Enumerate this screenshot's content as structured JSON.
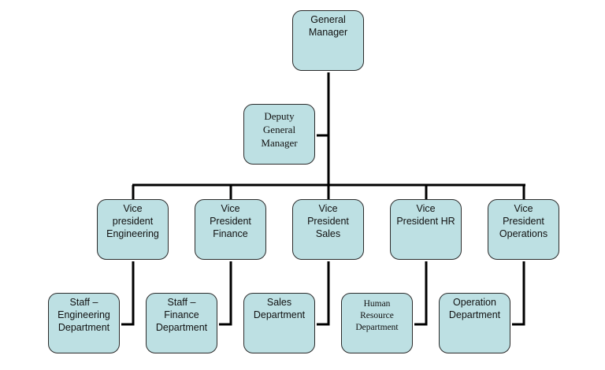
{
  "colors": {
    "box_fill": "#bde0e3",
    "line": "#000000"
  },
  "nodes": {
    "general_manager": [
      "General",
      "Manager"
    ],
    "deputy": [
      "Deputy",
      "General",
      "Manager"
    ],
    "vp_engineering": [
      "Vice",
      "president",
      "Engineering"
    ],
    "vp_finance": [
      "Vice",
      "President",
      "Finance"
    ],
    "vp_sales": [
      "Vice",
      "President",
      "Sales"
    ],
    "vp_hr": [
      "Vice",
      "President HR"
    ],
    "vp_operations": [
      "Vice",
      "President",
      "Operations"
    ],
    "staff_engineering": [
      "Staff –",
      "Engineering",
      "Department"
    ],
    "staff_finance": [
      "Staff –",
      "Finance",
      "Department"
    ],
    "sales_department": [
      "Sales",
      "Department"
    ],
    "hr_department": [
      "Human",
      "Resource",
      "Department"
    ],
    "operation_department": [
      "Operation",
      "Department"
    ]
  }
}
